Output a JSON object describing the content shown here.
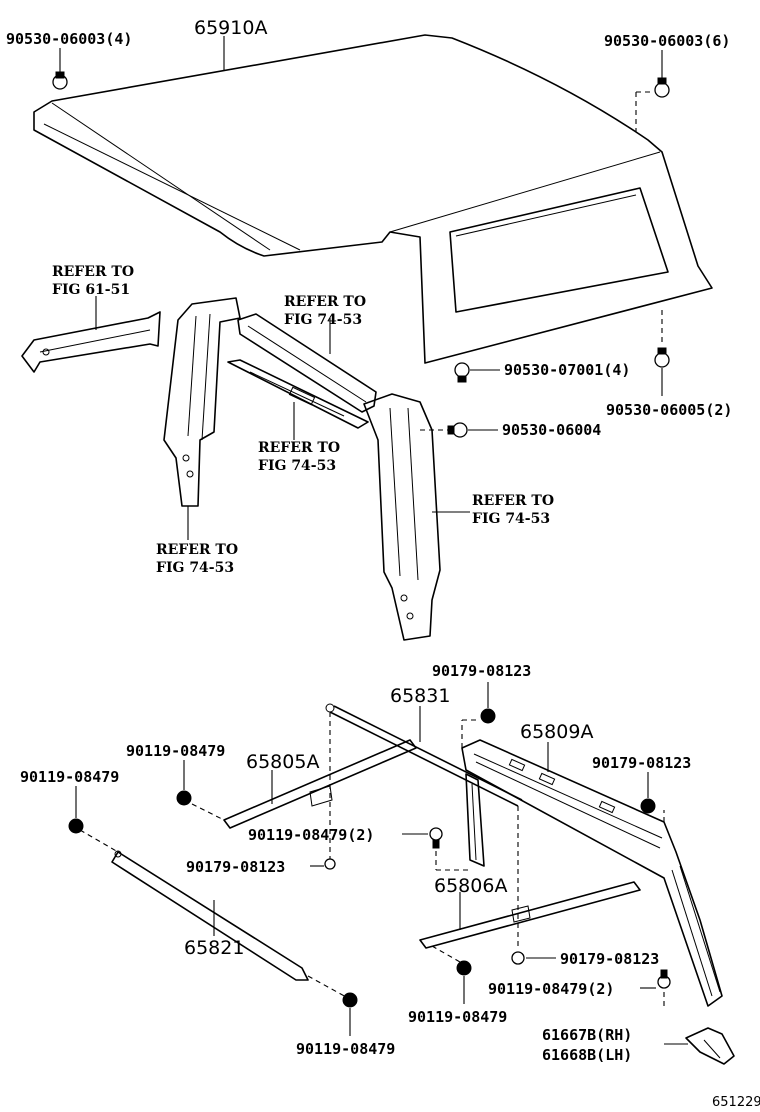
{
  "labels": {
    "top_canopy": "65910A",
    "clip_tl": "90530-06003(4)",
    "clip_tr": "90530-06003(6)",
    "refer_61_51": [
      "REFER TO",
      "FIG 61-51"
    ],
    "refer_74_53_a": [
      "REFER TO",
      "FIG 74-53"
    ],
    "refer_74_53_b": [
      "REFER TO",
      "FIG 74-53"
    ],
    "refer_74_53_c": [
      "REFER TO",
      "FIG 74-53"
    ],
    "refer_74_53_d": [
      "REFER TO",
      "FIG 74-53"
    ],
    "clip_07001": "90530-07001(4)",
    "clip_06005": "90530-06005(2)",
    "clip_06004": "90530-06004",
    "part_65831": "65831",
    "part_65809a": "65809A",
    "part_65805a": "65805A",
    "part_65806a": "65806A",
    "part_65821": "65821",
    "nut_08123_top": "90179-08123",
    "nut_08123_right": "90179-08123",
    "nut_08123_mid": "90179-08123",
    "nut_08123_low": "90179-08123",
    "bolt_08479_a": "90119-08479",
    "bolt_08479_b": "90119-08479",
    "bolt_08479_2a": "90119-08479(2)",
    "bolt_08479_2b": "90119-08479(2)",
    "bolt_08479_c": "90119-08479",
    "bolt_08479_d": "90119-08479",
    "part_61667b": "61667B(RH)",
    "part_61668b": "61668B(LH)",
    "figure_id": "651229"
  }
}
